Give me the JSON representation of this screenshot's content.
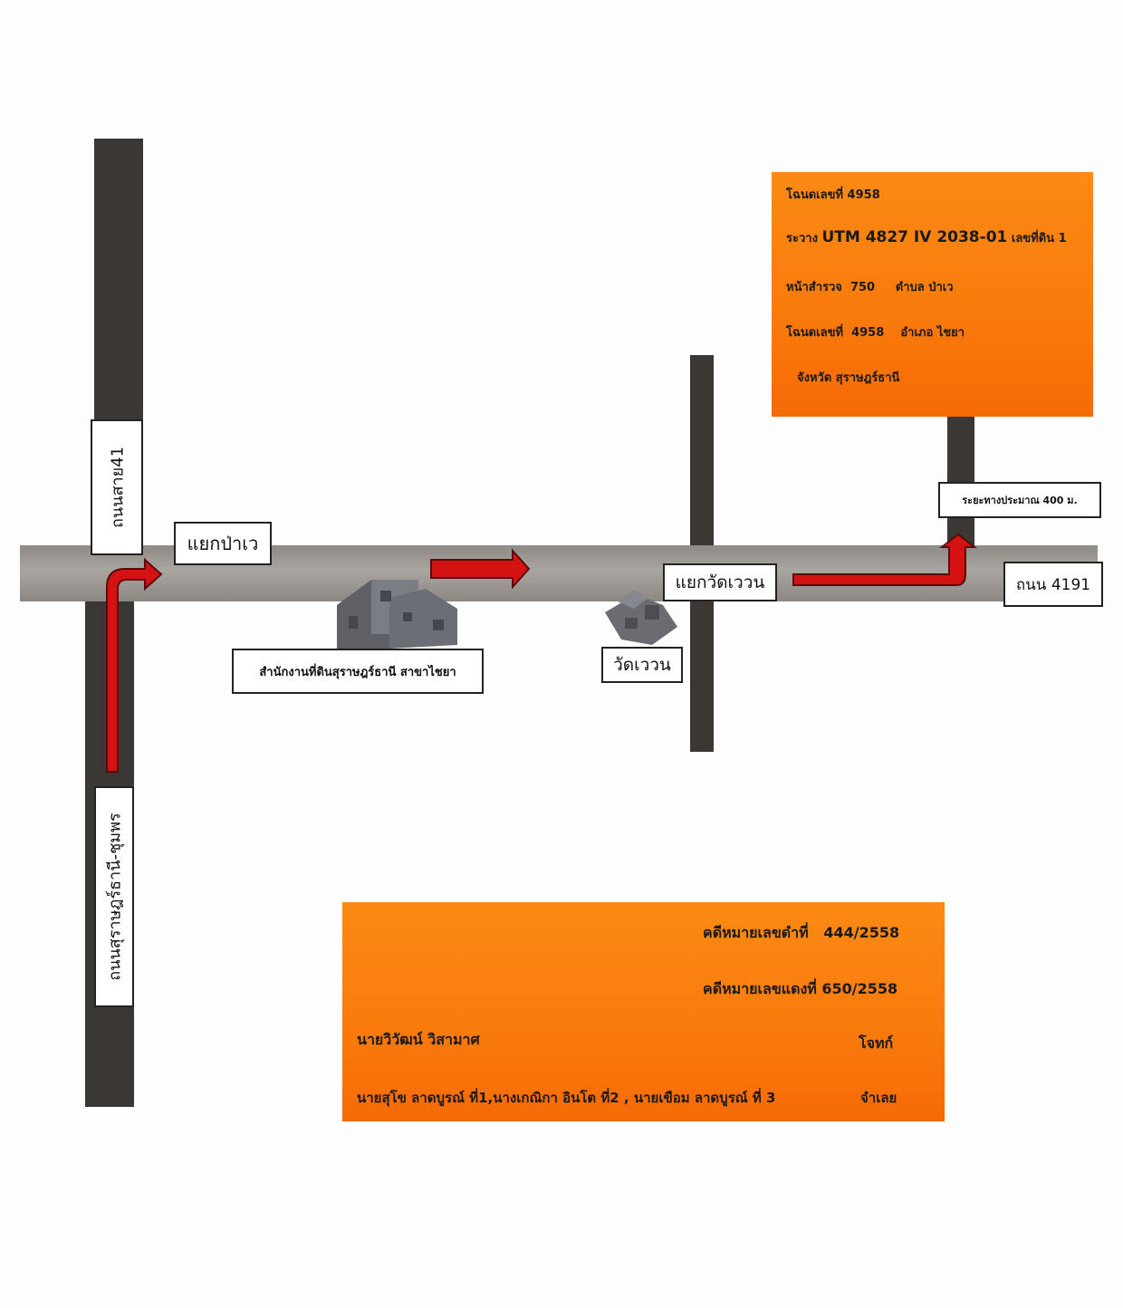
{
  "roads": {
    "road41_label": "ถนนสาย41",
    "surat_chumphon_label": "ถนนสุราษฎร์ธานี-ชุมพร",
    "road4191_label": "ถนน 4191"
  },
  "places": {
    "paew_junction": "แยกป่าเว",
    "watwuan_junction": "แยกวัดเววน",
    "land_office": "สำนักงานที่ดินสุราษฎร์ธานี สาขาไชยา",
    "wat_wuan": "วัดเววน",
    "distance": "ระยะทางประมาณ 400 ม."
  },
  "land_info": {
    "line1": "โฉนดเลขที่ 4958",
    "line2_prefix": "ระวาง",
    "line2_utm": "UTM 4827 IV 2038-01",
    "line2_suffix": "เลขที่ดิน 1",
    "line3": "หน้าสำรวจ  750     ตำบล ป่าเว",
    "line4": "โฉนดเลขที่  4958    อำเภอ ไชยา",
    "line5": "จังหวัด สุราษฎร์ธานี"
  },
  "case_info": {
    "black_case": "คดีหมายเลขดำที่   444/2558",
    "red_case": "คดีหมายเลขแดงที่ 650/2558",
    "plaintiff_name": "นายวิวัฒน์ วิสามาศ",
    "plaintiff_role": "โจทก์",
    "defendants": "นายสุโข ลาดบูรณ์ ที่1,นางเกณิกา อินโต ที่2 , นายเขือม ลาดบูรณ์ ที่ 3",
    "defendant_role": "จำเลย"
  },
  "colors": {
    "info_box": "#f97a0c",
    "route_arrow": "#d41212",
    "road_dark": "#3a3735",
    "road_main": "#a09b97"
  },
  "icons": {
    "land_office": "building-icon",
    "temple": "temple-icon"
  }
}
